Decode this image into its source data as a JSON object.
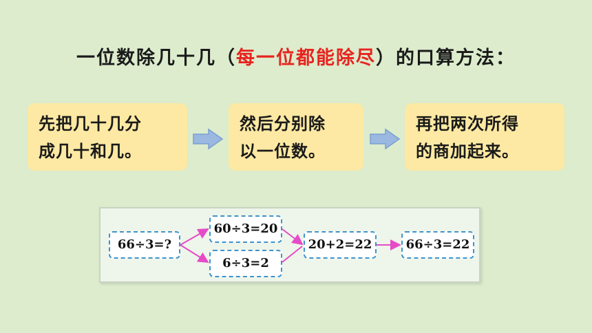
{
  "title": {
    "prefix": "一位数除几十几（",
    "highlight": "每一位都能除尽",
    "suffix": "）的口算方法："
  },
  "steps": [
    {
      "lines": [
        "先把几十几分",
        "成几十和几。"
      ]
    },
    {
      "lines": [
        "然后分别除",
        "以一位数。"
      ]
    },
    {
      "lines": [
        "再把两次所得",
        "的商加起来。"
      ]
    }
  ],
  "example": {
    "question": "66÷3=?",
    "split_tens": "60÷3=20",
    "split_ones": "6÷3=2",
    "sum": "20+2=22",
    "answer": "66÷3=22"
  },
  "colors": {
    "background": "#dceccd",
    "step_box": "#fde9a3",
    "highlight_text": "#e8231f",
    "arrow": "#9bb8e0",
    "connector": "#e64bc8",
    "dashed_border": "#3c93cc"
  },
  "icons": [
    "right-arrow-icon"
  ]
}
